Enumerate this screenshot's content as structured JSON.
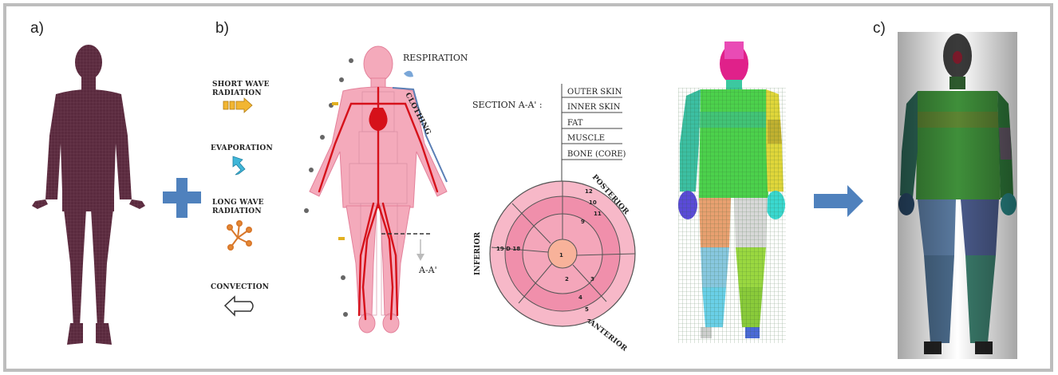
{
  "panels": {
    "a": {
      "label": "a)"
    },
    "b": {
      "label": "b)"
    },
    "c": {
      "label": "c)"
    }
  },
  "heat_transfer": {
    "short_wave": {
      "line1": "SHORT WAVE",
      "line2": "RADIATION"
    },
    "evaporation": "EVAPORATION",
    "long_wave": {
      "line1": "LONG WAVE",
      "line2": "RADIATION"
    },
    "convection": "CONVECTION"
  },
  "body_diagram": {
    "respiration": "RESPIRATION",
    "clothing": "CLOTHING",
    "section_marker": "A-A'"
  },
  "section": {
    "title": "SECTION A-A' :",
    "layers": [
      "OUTER SKIN",
      "INNER SKIN",
      "FAT",
      "MUSCLE",
      "BONE (CORE)"
    ],
    "posterior": "POSTERIOR",
    "inferior": "INFERIOR",
    "anterior": "ANTERIOR"
  },
  "colors": {
    "body_mesh": "#5a2a3e",
    "plus_sign": "#4f81bd",
    "arrow": "#4f81bd",
    "body_pink": "#f4a6b8",
    "vessels": "#d6111a",
    "clothing_line": "#5b7fb5"
  }
}
